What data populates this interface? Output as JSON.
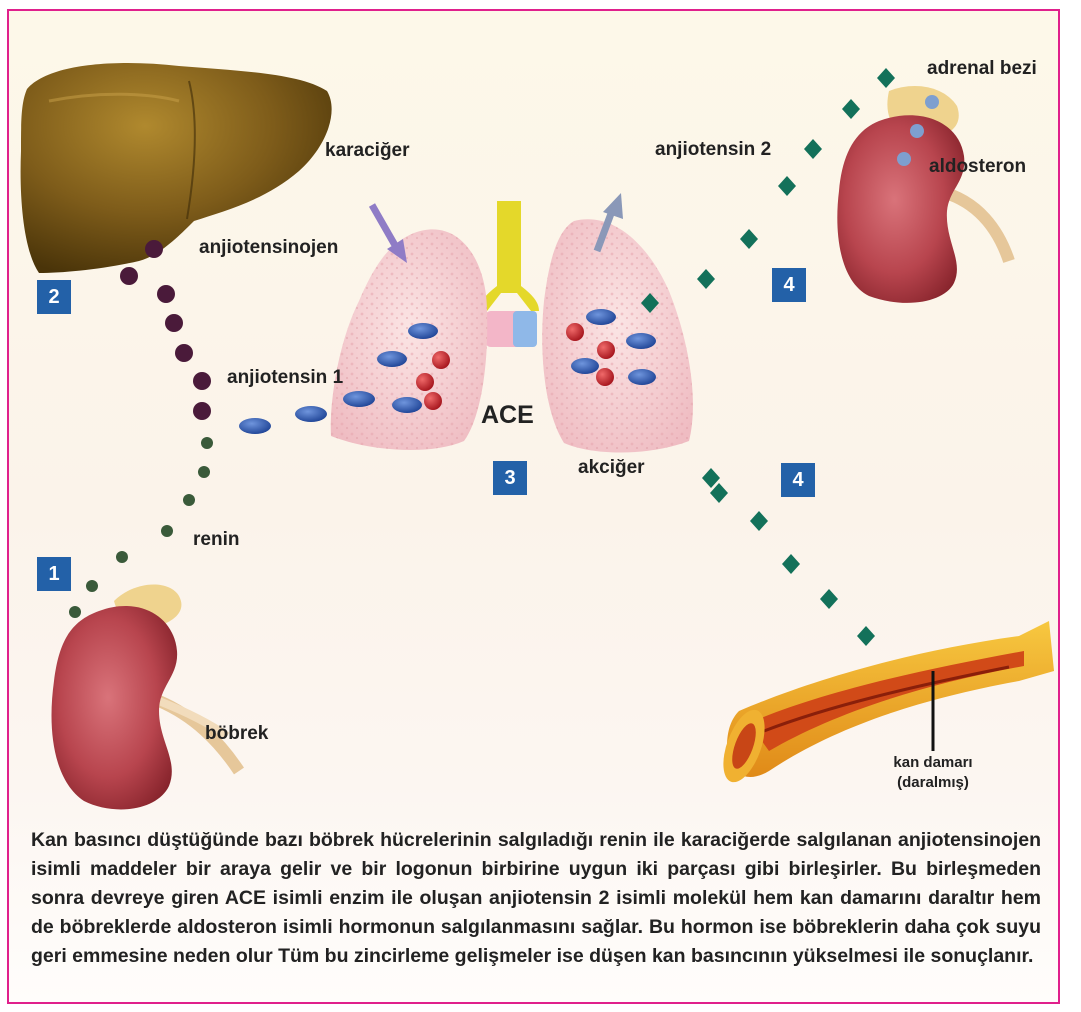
{
  "labels": {
    "karaciger": "karaciğer",
    "anjiotensinojen": "anjiotensinojen",
    "anjiotensin1": "anjiotensin 1",
    "renin": "renin",
    "bobrek": "böbrek",
    "ace": "ACE",
    "akciger": "akciğer",
    "anjiotensin2": "anjiotensin 2",
    "adrenal_bezi": "adrenal bezi",
    "aldosteron": "aldosteron",
    "kan_damari": "kan damarı",
    "daralmis": "(daralmış)"
  },
  "steps": {
    "s1": "1",
    "s2": "2",
    "s3": "3",
    "s4a": "4",
    "s4b": "4"
  },
  "caption": "Kan basıncı düştüğünde bazı böbrek hücrelerinin salgıladığı renin ile karaciğerde salgılanan anjiotensinojen isimli maddeler bir araya gelir ve bir logonun birbirine uygun iki parçası gibi birleşirler. Bu birleşmeden sonra devreye giren ACE isimli enzim ile oluşan anjiotensin 2 isimli molekül hem kan damarını daraltır hem de böbreklerde aldosteron isimli hormonun salgılanmasını sağlar. Bu hormon ise böbreklerin daha çok suyu geri emmesine neden olur Tüm bu zincirleme gelişmeler ise düşen kan basıncının yükselmesi ile sonuçlanır.",
  "colors": {
    "border": "#e0208c",
    "badge": "#2361a8",
    "angiotensin2": "#13715a",
    "angiotensinogen": "#4a1a3a",
    "angiotensin1": "#2a56a8",
    "red_cell": "#c0232a",
    "liver": "#7a5a1a",
    "kidney": "#b8454e"
  }
}
